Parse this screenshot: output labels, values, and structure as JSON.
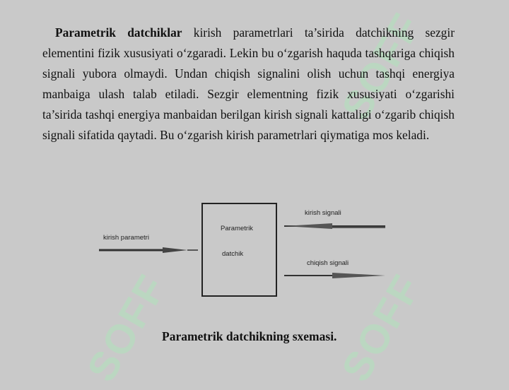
{
  "paragraph": {
    "bold_term": "Parametrik datchiklar",
    "text": " kirish parametrlari ta’sirida datchikning sezgir elementini fizik xususiyati o‘zgaradi. Lekin bu o‘zgarish haquda tashqariga chiqish signali yubora olmaydi. Undan chiqish signalini olish uchun tashqi energiya manbaiga ulash talab etiladi. Sezgir elementning fizik xususiyati o‘zgarishi ta’sirida tashqi energiya manbaidan berilgan kirish signali kattaligi o‘zgarib chiqish signali sifatida qaytadi. Bu o‘zgarish kirish parametrlari qiymatiga mos keladi."
  },
  "diagram": {
    "box_line1": "Parametrik",
    "box_line2": "datchik",
    "input_param_label": "kirish parametri",
    "input_signal_label": "kirish signali",
    "output_signal_label": "chiqish signali"
  },
  "caption": "Parametrik datchikning sxemasi.",
  "watermark": {
    "text": "SOFF",
    "color": "#b7dcbf"
  }
}
